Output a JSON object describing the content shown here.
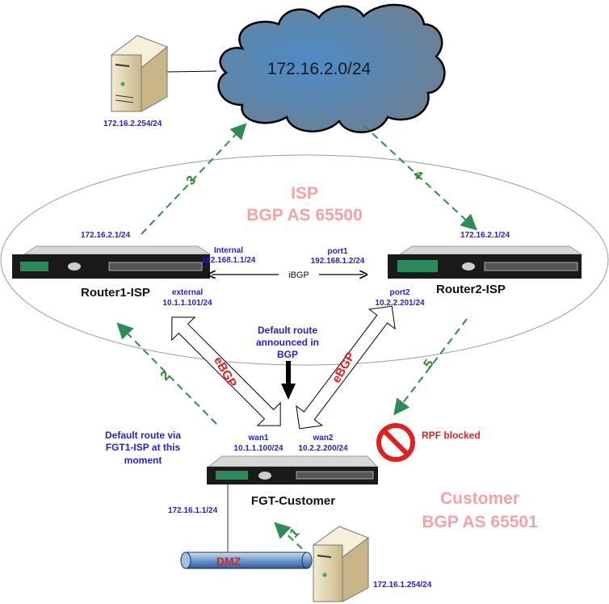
{
  "cloud": {
    "label": "172.16.2.0/24"
  },
  "top_server": {
    "ip": "172.16.2.254/24"
  },
  "isp": {
    "title": "ISP",
    "as": "BGP AS 65500"
  },
  "customer": {
    "title": "Customer",
    "as": "BGP AS 65501"
  },
  "router1": {
    "name": "Router1-ISP",
    "top_ip": "172.16.2.1/24",
    "internal_label": "Internal",
    "internal_ip": "192.168.1.1/24",
    "external_label": "external",
    "external_ip": "10.1.1.101/24"
  },
  "router2": {
    "name": "Router2-ISP",
    "top_ip": "172.16.2.1/24",
    "port1_label": "port1",
    "port1_ip": "192.168.1.2/24",
    "port2_label": "port2",
    "port2_ip": "10.2.2.201/24"
  },
  "ibgp_label": "iBGP",
  "ebgp_left": "eBGP",
  "ebgp_right": "eBGP",
  "default_route_note": [
    "Default route",
    "announced in",
    "BGP"
  ],
  "default_via_note": [
    "Default route via",
    "FGT1-ISP at this",
    "moment"
  ],
  "fgt": {
    "name": "FGT-Customer",
    "wan1_label": "wan1",
    "wan1_ip": "10.1.1.100/24",
    "wan2_label": "wan2",
    "wan2_ip": "10.2.2.200/24",
    "dmz_ip": "172.16.1.1/24"
  },
  "rpf_label": "RPF blocked",
  "dmz_label": "DMZ",
  "bottom_server": {
    "ip": "172.16.1.254/24"
  },
  "steps": [
    "1",
    "2",
    "3",
    "4",
    "5"
  ],
  "colors": {
    "flow": "#2e8b57",
    "ip_text": "#2323c8",
    "zone_text": "#f4a3a3",
    "alert": "#e02020",
    "cloud": "#5a7fa3"
  }
}
